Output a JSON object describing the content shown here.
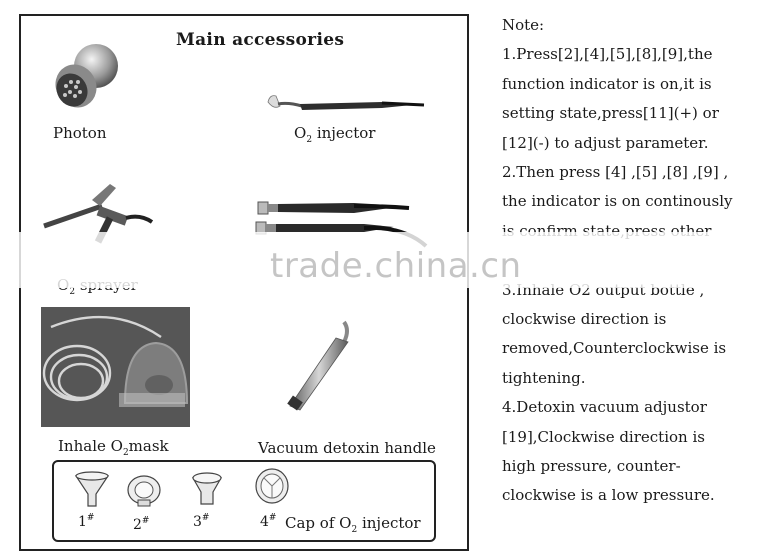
{
  "title": "Main accessories",
  "labels": {
    "photon": "Photon",
    "o2_injector_pre": "O",
    "o2_injector_sub": "2",
    "o2_injector_post": " injector",
    "o2_sprayer_pre": "O",
    "o2_sprayer_sub": "2",
    "o2_sprayer_post": " sprayer",
    "mask_pre": "Inhale O",
    "mask_sub": "2",
    "mask_post": "mask",
    "vacuum": "Vacuum detoxin handle"
  },
  "caps": {
    "items": [
      {
        "num": "1",
        "mark": "#"
      },
      {
        "num": "2",
        "mark": "#"
      },
      {
        "num": "3",
        "mark": "#"
      },
      {
        "num": "4",
        "mark": "#"
      }
    ],
    "label_pre": "Cap of O",
    "label_sub": "2",
    "label_post": " injector"
  },
  "note": {
    "heading": "Note:",
    "lines": [
      "1.Press[2],[4],[5],[8],[9],the",
      "function indicator is on,it is",
      "setting state,press[11](+) or",
      "[12](-) to adjust parameter.",
      "2.Then press [4] ,[5] ,[8] ,[9] ,",
      "the  indicator is on continously",
      "is confirm state,press other",
      "",
      "3.Inhale O2 output bottle ,",
      "clockwise direction is",
      "removed,Counterclockwise is",
      "tightening.",
      "4.Detoxin vacuum adjustor",
      "[19],Clockwise direction is",
      "high pressure, counter-",
      "clockwise is a low pressure."
    ]
  },
  "watermark": "trade.china.cn"
}
